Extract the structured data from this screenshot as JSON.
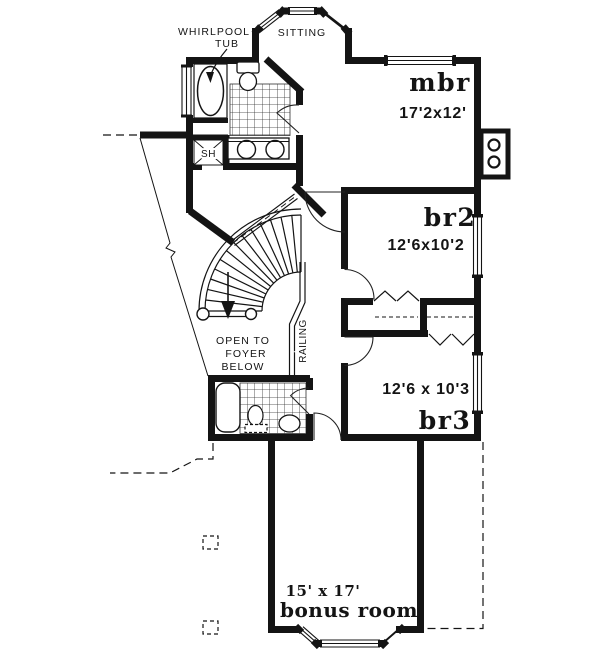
{
  "plan": {
    "colors": {
      "ink": "#141414",
      "paper": "#ffffff"
    },
    "annotations": {
      "whirlpool_line1": "WHIRLPOOL",
      "whirlpool_line2": "TUB",
      "sitting": "SITTING",
      "shower": "SH",
      "open_to_foyer_line1": "OPEN TO",
      "open_to_foyer_line2": "FOYER",
      "open_to_foyer_line3": "BELOW",
      "railing": "RAILING"
    },
    "rooms": {
      "master_bedroom": {
        "name": "mbr",
        "dims": "17'2x12'"
      },
      "bedroom2": {
        "name": "br2",
        "dims": "12'6x10'2"
      },
      "bedroom3": {
        "name": "br3",
        "dims": "12'6 x 10'3"
      },
      "bonus_room": {
        "name": "bonus room",
        "dims": "15' x 17'"
      }
    }
  }
}
